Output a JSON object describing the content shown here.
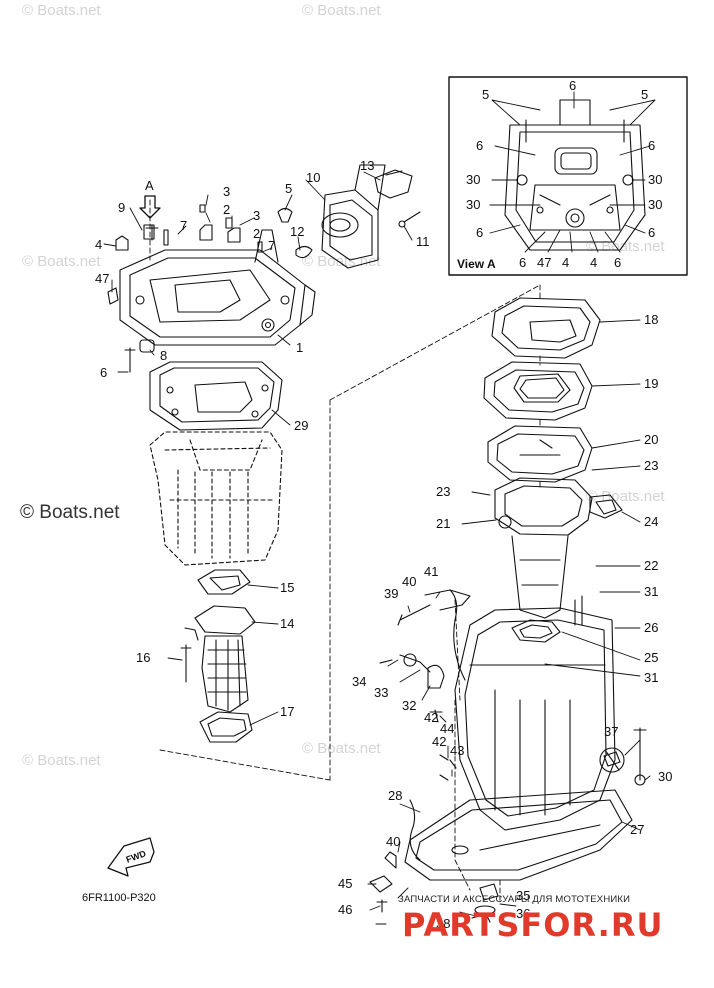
{
  "watermarks": {
    "top_left": "© Boats.net",
    "top_right": "© Boats.net",
    "mid_left": "© Boats.net",
    "mid_right": "© Boats.net",
    "main": "© Boats.net",
    "lower_left": "© Boats.net",
    "lower_mid": "© Boats.net",
    "right_a": "© Boats.net",
    "right_b": "© Boats.net"
  },
  "inset": {
    "title": "View A"
  },
  "view_marker": "A",
  "fwd_label": "FWD",
  "diagram_code": "6FR1100-P320",
  "shop": {
    "tagline": "ЗАПЧАСТИ И АКСЕССУАРЫ ДЛЯ МОТОТЕХНИКИ",
    "brand": "PARTSFOR.RU",
    "brand_color": "#e23a2a"
  },
  "callouts": {
    "c1": "1",
    "c2a": "2",
    "c2b": "2",
    "c3a": "3",
    "c3b": "3",
    "c4": "4",
    "c5": "5",
    "c6": "6",
    "c7a": "7",
    "c7b": "7",
    "c8": "8",
    "c9": "9",
    "c10": "10",
    "c11": "11",
    "c12": "12",
    "c13": "13",
    "c14": "14",
    "c15": "15",
    "c16": "16",
    "c17": "17",
    "c18": "18",
    "c19": "19",
    "c20": "20",
    "c21": "21",
    "c22": "22",
    "c23a": "23",
    "c23b": "23",
    "c24": "24",
    "c25": "25",
    "c26": "26",
    "c27": "27",
    "c28": "28",
    "c29": "29",
    "c30": "30",
    "c31a": "31",
    "c31b": "31",
    "c32": "32",
    "c33": "33",
    "c34": "34",
    "c35": "35",
    "c36": "36",
    "c37": "37",
    "c38": "38",
    "c39": "39",
    "c40a": "40",
    "c40b": "40",
    "c41": "41",
    "c42a": "42",
    "c42b": "42",
    "c43": "43",
    "c44": "44",
    "c45": "45",
    "c46": "46",
    "c47": "47"
  },
  "inset_callouts": {
    "i5a": "5",
    "i6a": "6",
    "i5b": "5",
    "i6b": "6",
    "i6c": "6",
    "i30a": "30",
    "i30b": "30",
    "i30c": "30",
    "i30d": "30",
    "i6d": "6",
    "i6e": "6",
    "i6f": "6",
    "i47": "47",
    "i4a": "4",
    "i4b": "4",
    "i6g": "6"
  }
}
